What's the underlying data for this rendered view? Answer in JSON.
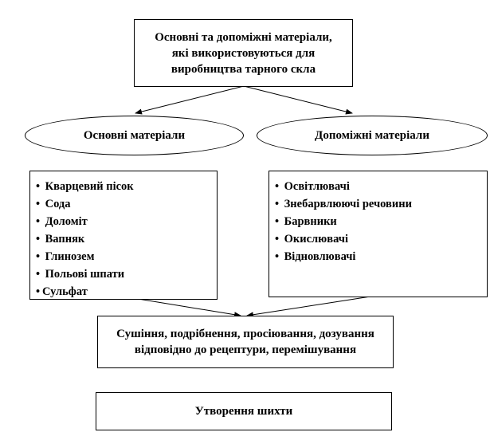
{
  "top_box": {
    "lines": [
      "Основні та допоміжні матеріали,",
      "які використовуються для",
      "виробництва тарного скла"
    ]
  },
  "ellipses": {
    "left": "Основні матеріали",
    "right": "Допоміжні матеріали"
  },
  "left_list": {
    "bullet": "•",
    "items": [
      "Кварцевий пісок",
      "Сода",
      "Доломіт",
      "Вапняк",
      "Глинозем",
      "Польові шпати",
      "Сульфат"
    ]
  },
  "right_list": {
    "bullet": "•",
    "items": [
      "Освітлювачі",
      "Знебарвлюючі речовини",
      "Барвники",
      "Окислювачі",
      "Відновлювачі"
    ]
  },
  "process_box": {
    "lines": [
      "Сушіння, подрібнення, просіювання, дозування",
      "відповідно до рецептури, перемішування"
    ]
  },
  "result_box": {
    "text": "Утворення шихти"
  }
}
